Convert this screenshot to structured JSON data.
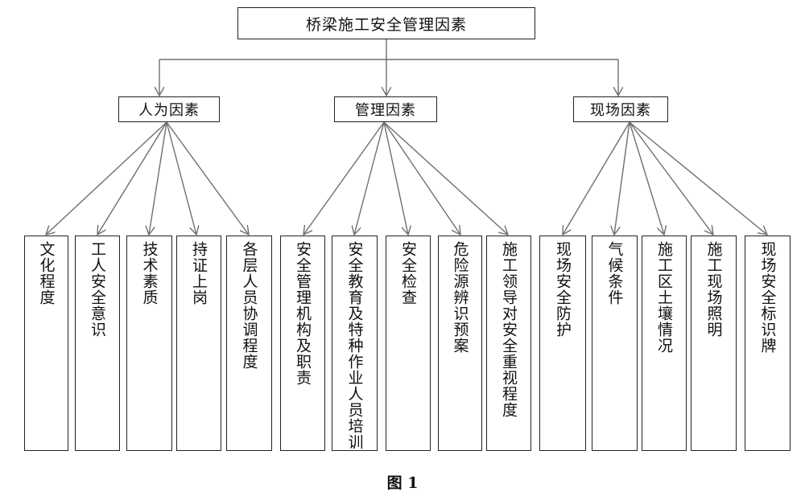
{
  "diagram": {
    "root": {
      "label": "桥梁施工安全管理因素"
    },
    "categories": [
      {
        "label": "人为因素",
        "children": [
          "文化程度",
          "工人安全意识",
          "技术素质",
          "持证上岗",
          "各层人员协调程度"
        ]
      },
      {
        "label": "管理因素",
        "children": [
          "安全管理机构及职责",
          "安全教育及特种作业人员培训",
          "安全检查",
          "危险源辨识预案",
          "施工领导对安全重视程度"
        ]
      },
      {
        "label": "现场因素",
        "children": [
          "现场安全防护",
          "气候条件",
          "施工区土壤情况",
          "施工现场照明",
          "现场安全标识牌"
        ]
      }
    ],
    "caption": "图 1"
  },
  "colors": {
    "line": "#6f6f6f",
    "border": "#222222",
    "text": "#111111"
  }
}
